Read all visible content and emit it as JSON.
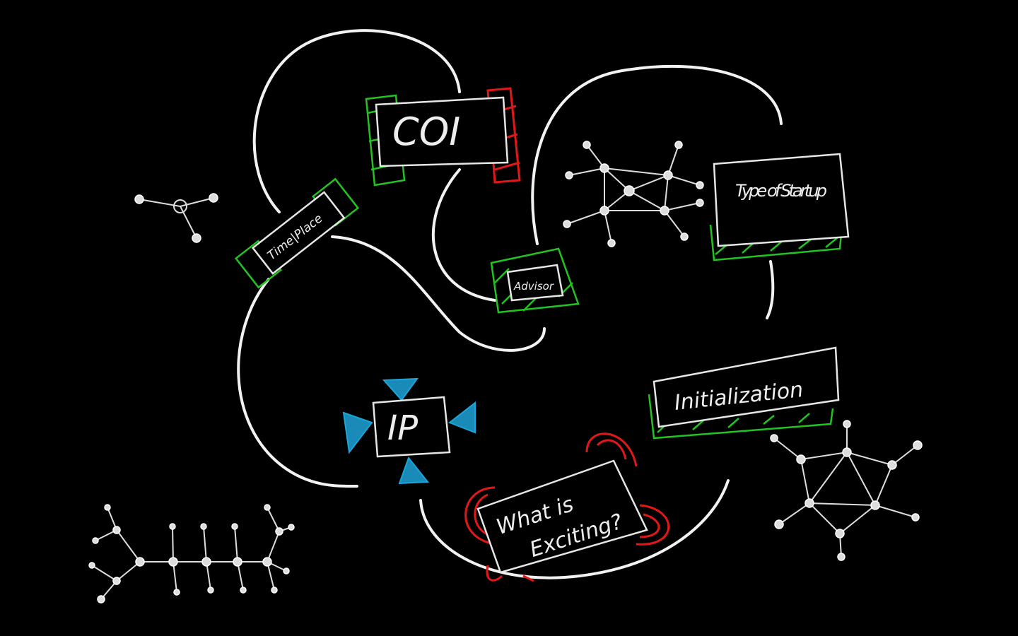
{
  "diagram": {
    "nodes": [
      {
        "id": "coi",
        "label": "COI",
        "accent": "#22c322",
        "accent2": "#e01818"
      },
      {
        "id": "type",
        "label": "Type of Startup",
        "accent": "#22c322"
      },
      {
        "id": "time",
        "label": "Time|Place",
        "accent": "#22c322"
      },
      {
        "id": "advisor",
        "label": "Advisor",
        "accent": "#22c322"
      },
      {
        "id": "ip",
        "label": "IP",
        "accent": "#1aa6d8"
      },
      {
        "id": "init",
        "label": "Initialization",
        "accent": "#22c322"
      },
      {
        "id": "exciting",
        "label_line1": "What is",
        "label_line2": "Exciting?",
        "accent": "#e01818"
      }
    ]
  }
}
